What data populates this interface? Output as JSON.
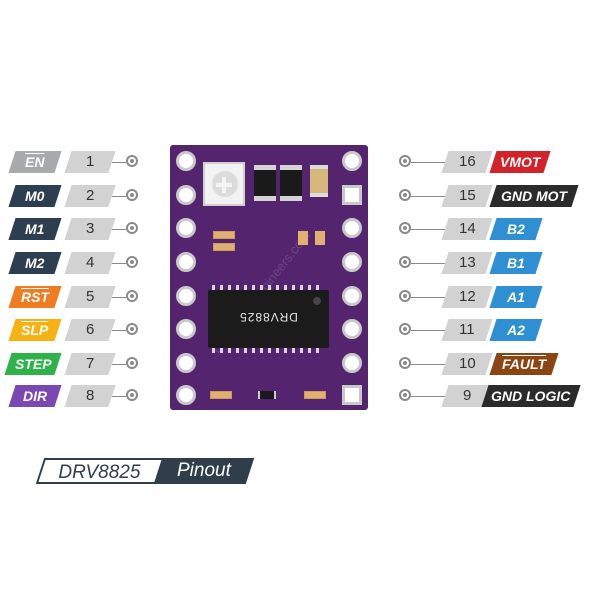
{
  "title": {
    "part": "DRV8825",
    "suffix": "Pinout"
  },
  "chip_label": "DRV8825",
  "watermark": "LastMinuteEngineers.com",
  "left_pins": [
    {
      "num": "1",
      "label": "EN",
      "color": "#a7a9ab"
    },
    {
      "num": "2",
      "label": "M0",
      "color": "#2d3e50"
    },
    {
      "num": "3",
      "label": "M1",
      "color": "#2d3e50"
    },
    {
      "num": "4",
      "label": "M2",
      "color": "#2d3e50"
    },
    {
      "num": "5",
      "label": "RST",
      "color": "#f07c22"
    },
    {
      "num": "6",
      "label": "SLP",
      "color": "#f6b213"
    },
    {
      "num": "7",
      "label": "STEP",
      "color": "#2eb34a"
    },
    {
      "num": "8",
      "label": "DIR",
      "color": "#7b47b2"
    }
  ],
  "right_pins": [
    {
      "num": "16",
      "label": "VMOT",
      "color": "#d2232a"
    },
    {
      "num": "15",
      "label": "GND MOT",
      "color": "#2b2b2b"
    },
    {
      "num": "14",
      "label": "B2",
      "color": "#2e8fd3"
    },
    {
      "num": "13",
      "label": "B1",
      "color": "#2e8fd3"
    },
    {
      "num": "12",
      "label": "A1",
      "color": "#2e8fd3"
    },
    {
      "num": "11",
      "label": "A2",
      "color": "#2e8fd3"
    },
    {
      "num": "10",
      "label": "FAULT",
      "color": "#8b4513"
    },
    {
      "num": "9",
      "label": "GND LOGIC",
      "color": "#2b2b2b"
    }
  ],
  "colors": {
    "board": "#54246e",
    "num_tag": "#d2d2d2",
    "caption": "#2f3e4a"
  }
}
